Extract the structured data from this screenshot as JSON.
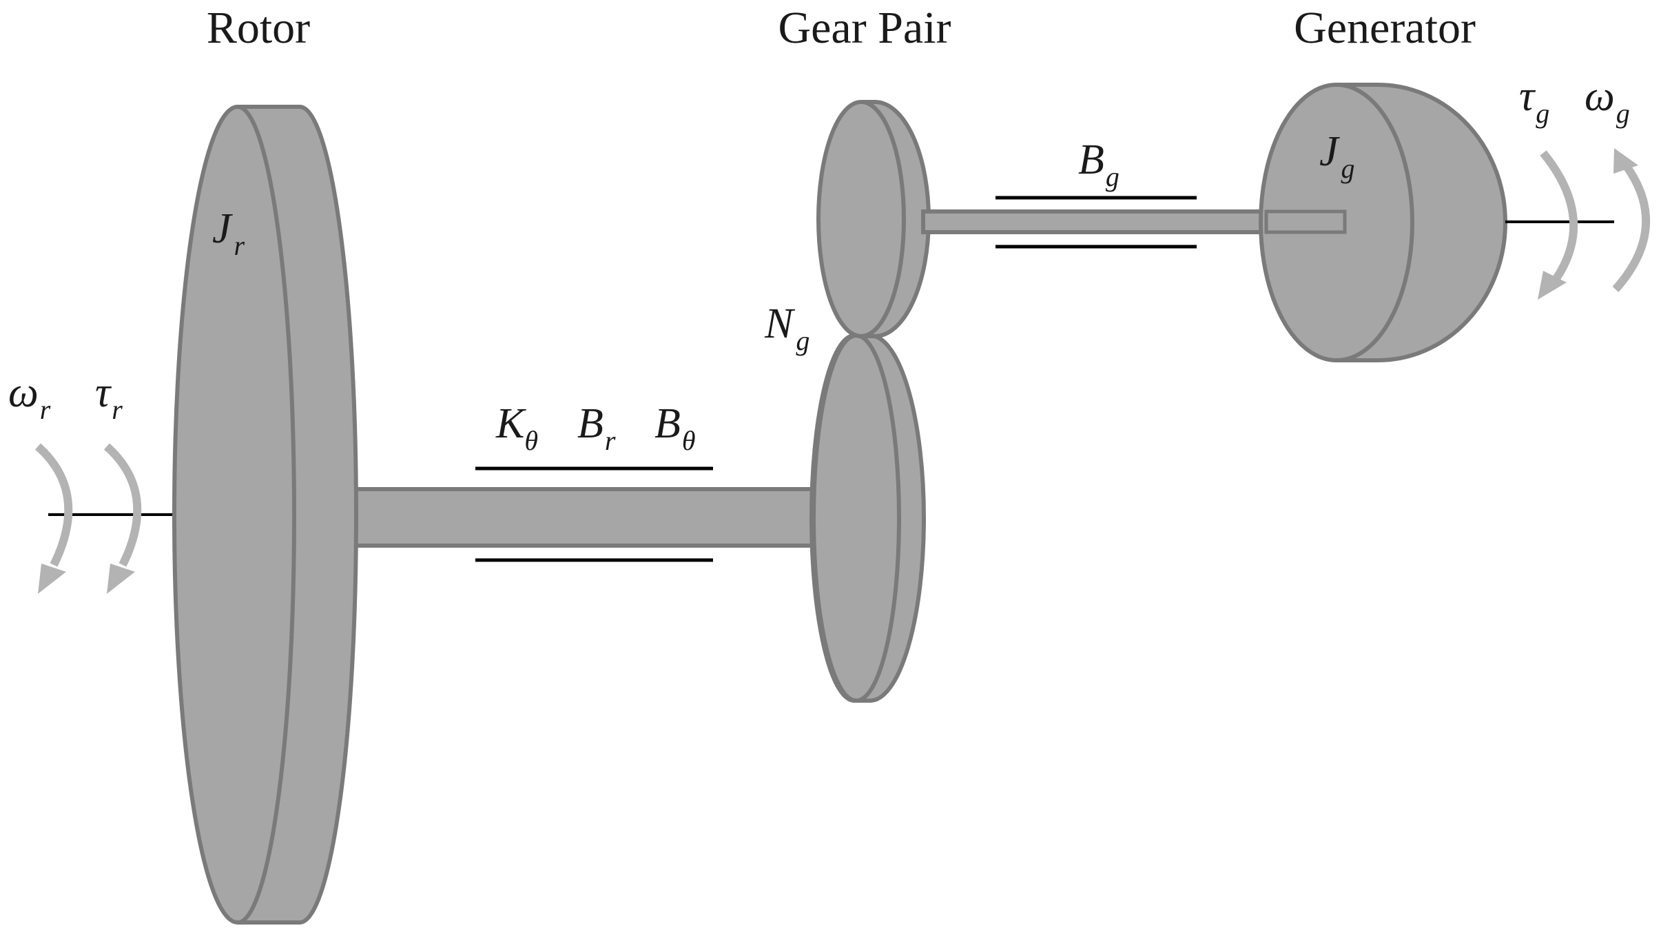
{
  "titles": {
    "rotor": "Rotor",
    "gear_pair": "Gear Pair",
    "generator": "Generator"
  },
  "symbols": {
    "rotor_inertia": {
      "base": "J",
      "sub": "r"
    },
    "generator_inertia": {
      "base": "J",
      "sub": "g"
    },
    "gear_ratio": {
      "base": "N",
      "sub": "g"
    },
    "shaft_stiffness": {
      "base": "K",
      "sub": "θ"
    },
    "rotor_damping": {
      "base": "B",
      "sub": "r"
    },
    "shaft_damping": {
      "base": "B",
      "sub": "θ"
    },
    "generator_damping": {
      "base": "B",
      "sub": "g"
    },
    "rotor_speed": {
      "base": "ω",
      "sub": "r"
    },
    "rotor_torque": {
      "base": "τ",
      "sub": "r"
    },
    "generator_torque": {
      "base": "τ",
      "sub": "g"
    },
    "generator_speed": {
      "base": "ω",
      "sub": "g"
    }
  },
  "colors": {
    "component_fill": "#a6a6a6",
    "component_edge": "#7a7a7a",
    "arrow": "#b3b3b3",
    "line": "#000000"
  }
}
